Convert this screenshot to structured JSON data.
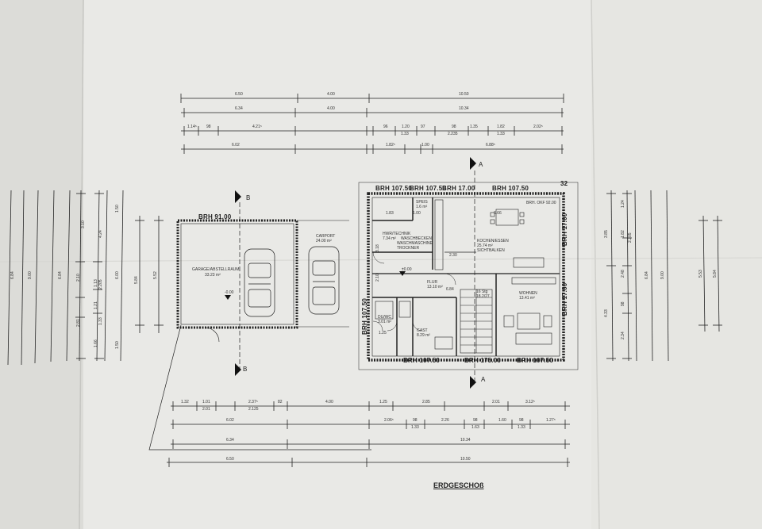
{
  "sheet": {
    "title": "ERDGESCHOß"
  },
  "section_markers": {
    "a": "A",
    "b": "B"
  },
  "brh": {
    "top_1": "BRH 107.50",
    "top_2": "BRH 107.50",
    "top_3": "BRH 17.00",
    "top_4": "BRH 107.50",
    "garage": "BRH 91.00",
    "left": "BRH 107.50",
    "right_1": "BRH 17.00",
    "right_2": "BRH 17.00",
    "bottom_1": "BRH 107.50",
    "bottom_2": "BRH 175.00",
    "bottom_3": "BRH 107.50",
    "okf": "BRH. OKF 92.00",
    "wall_32": "32"
  },
  "rooms": {
    "garage_name": "GARAGE/ABSTELLRAUM",
    "garage_area": "33.23 m²",
    "garage_level": "-0.00",
    "carport_name": "CARPORT",
    "carport_area": "24.00 m²",
    "hwr_name": "HWR/TECHNIK",
    "hwr_area": "7.34 m²",
    "hwr_note1": "WASCHBECKEN",
    "hwr_note2": "WASCHMASCHINE",
    "hwr_note3": "TROCKNER",
    "speis_name": "SPEIS",
    "speis_area": "1.6 m²",
    "kochen_name": "KOCHEN/ESSEN",
    "kochen_area": "25.74 m²",
    "kochen_note": "SICHTBALKEN",
    "flur_name": "FLUR",
    "flur_area": "13.10 m²",
    "flur_level": "±0.00",
    "wohnen_name": "WOHNEN",
    "wohnen_area": "13.41 m²",
    "du_name": "DU/WC",
    "du_area": "3.01 m²",
    "gast_name": "GAST",
    "gast_area": "8.29 m²",
    "stair": "16 Stg",
    "stair_2": "18.2/27"
  },
  "dims": {
    "top_row1": [
      "6.50",
      "4.00",
      "10.50"
    ],
    "top_row2": [
      "6.34",
      "4.00",
      "10.34"
    ],
    "top_row3": [
      "1.14⁵",
      "98",
      "4.21⁵",
      "96",
      "1.20",
      "1.33",
      "97",
      "2.235",
      "98",
      "1.35",
      "1.82",
      "1.33",
      "2.02⁵"
    ],
    "top_row4": [
      "6.02",
      "1.82⁵",
      "1.00",
      "6.88⁵"
    ],
    "bot_row1": [
      "1.32",
      "1.01",
      "2.01",
      "2.37⁵",
      "2.125",
      "82",
      "4.00",
      "1.25",
      "2.85",
      "2.01",
      "3.12⁵"
    ],
    "bot_row2": [
      "6.02",
      "2.06⁵",
      "98",
      "1.33",
      "2.26",
      "98",
      "1.63",
      "1.60",
      "98",
      "1.33",
      "1.27⁵"
    ],
    "bot_row3": [
      "6.34",
      "10.34"
    ],
    "bot_row4": [
      "6.50",
      "10.50"
    ],
    "left_a": [
      "1.50",
      "5.84",
      "6.00"
    ],
    "left_b": [
      "3.10",
      "4.24",
      "2.10",
      "1.13",
      "2.205",
      "1.21",
      "1.33",
      "2.81",
      "1.66",
      "1.50"
    ],
    "left_c": [
      "6.84",
      "9.00",
      "6.84"
    ],
    "garage_v": [
      "5.84",
      "5.52"
    ],
    "right_a": [
      "3.85",
      "1.24",
      "1.82",
      "2.205",
      "2.48",
      "6.84",
      "9.00",
      "4.33",
      "98",
      "2.34"
    ],
    "right_b": [
      "5.53",
      "5.84"
    ],
    "flur_inner": [
      "2.10",
      "2.30",
      "6.84",
      "1.25",
      "3.18",
      "1.83",
      "1.00",
      "6.66"
    ]
  }
}
